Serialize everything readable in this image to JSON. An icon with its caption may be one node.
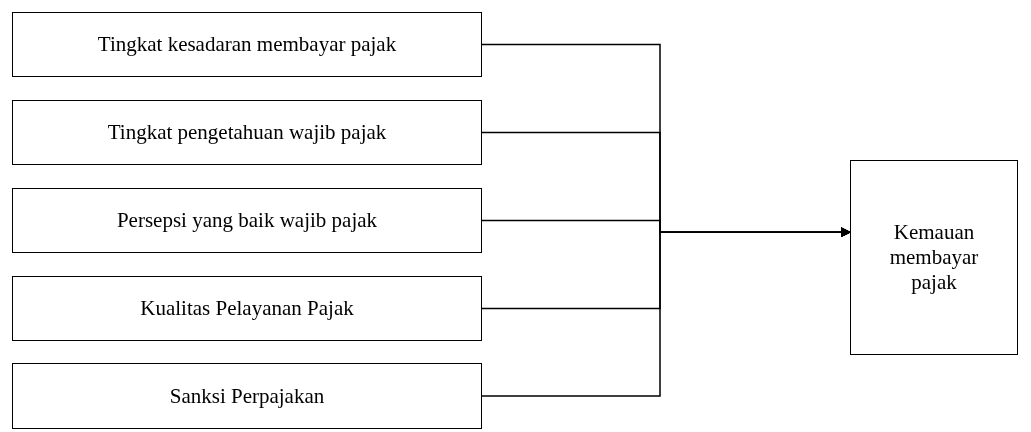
{
  "diagram": {
    "nodes": [
      {
        "text": [
          "Tingkat kesadaran membayar pajak"
        ]
      },
      {
        "text": [
          "Tingkat pengetahuan wajib pajak"
        ]
      },
      {
        "text": [
          "Persepsi yang baik wajib pajak"
        ]
      },
      {
        "text": [
          "Kualitas Pelayanan Pajak"
        ]
      },
      {
        "text": [
          "Sanksi Perpajakan"
        ]
      },
      {
        "text": [
          "Kemauan membayar pajak"
        ]
      }
    ],
    "edges": [
      {
        "from": 0,
        "to": 5,
        "arrow": "to"
      },
      {
        "from": 1,
        "to": 5,
        "arrow": "to"
      },
      {
        "from": 2,
        "to": 5,
        "arrow": "to"
      },
      {
        "from": 3,
        "to": 5,
        "arrow": "to"
      },
      {
        "from": 4,
        "to": 5,
        "arrow": "to"
      }
    ]
  }
}
